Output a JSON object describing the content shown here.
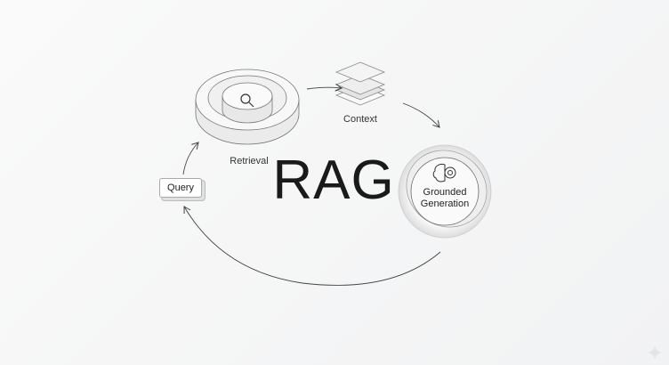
{
  "title": "RAG",
  "nodes": {
    "query": "Query",
    "retrieval": "Retrieval",
    "context": "Context",
    "generation_line1": "Grounded",
    "generation_line2": "Generation"
  },
  "icons": [
    "search-icon",
    "layers-icon",
    "brain-gear-icon",
    "sparkle-icon"
  ]
}
